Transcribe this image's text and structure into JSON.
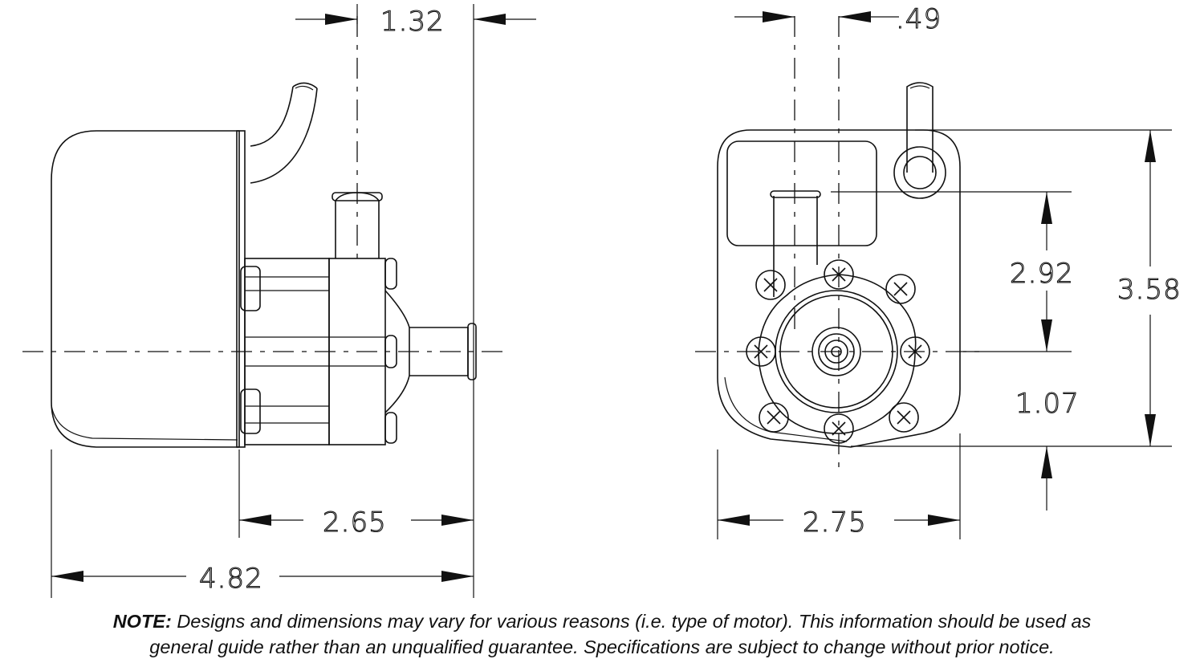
{
  "dimensions": {
    "side_outlet_offset": "1.32",
    "front_outlet_offset": ".49",
    "outlet_height": "2.92",
    "overall_height": "3.58",
    "centerline_height": "1.07",
    "pump_head_length": "2.65",
    "front_width": "2.75",
    "overall_length": "4.82"
  },
  "note": {
    "label": "NOTE:",
    "line1": " Designs and dimensions may vary for various reasons (i.e. type of motor).  This information should be used as",
    "line2": "general guide rather than an unqualified guarantee.  Specifications are subject to change without prior notice."
  }
}
